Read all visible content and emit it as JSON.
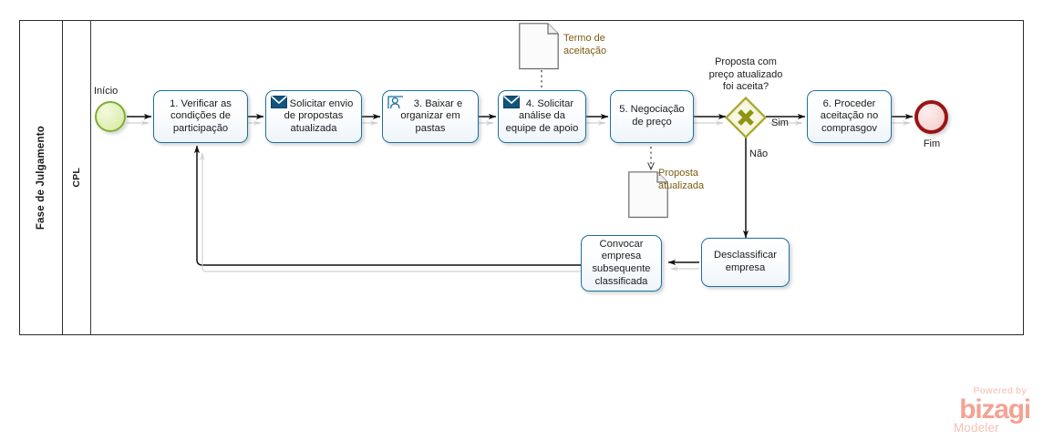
{
  "pool": {
    "header_label": "Fase de Julgamento",
    "lane_label": "CPL"
  },
  "events": [
    {
      "id": "start",
      "type": "start-event",
      "label": "Início"
    },
    {
      "id": "end",
      "type": "end-event",
      "label": "Fim"
    }
  ],
  "tasks": [
    {
      "id": "t1",
      "label": "1. Verificar as\ncondições de\nparticipação",
      "icon": "none"
    },
    {
      "id": "t2",
      "label": "Solicitar envio\nde propostas\natualizada",
      "icon": "envelope"
    },
    {
      "id": "t3",
      "label": "3. Baixar e\norganizar em\npastas",
      "icon": "user"
    },
    {
      "id": "t4",
      "label": "4. Solicitar\nanálise da\nequipe de apoio",
      "icon": "envelope"
    },
    {
      "id": "t5",
      "label": "5. Negociação\nde preço",
      "icon": "none"
    },
    {
      "id": "t6",
      "label": "6. Proceder\naceitação no\ncomprasgov",
      "icon": "none"
    },
    {
      "id": "t7",
      "label": "Desclassificar\nempresa",
      "icon": "none"
    },
    {
      "id": "t8",
      "label": "Convocar\nempresa\nsubsequente\nclassificada",
      "icon": "none"
    }
  ],
  "gateway": {
    "id": "gw1",
    "type": "exclusive-gateway",
    "label": "Proposta com\npreço atualizado\nfoi aceita?"
  },
  "flow_labels": [
    {
      "id": "yes",
      "label": "Sim"
    },
    {
      "id": "no",
      "label": "Não"
    }
  ],
  "data_objects": [
    {
      "id": "d1",
      "label": "Termo de\naceitação"
    },
    {
      "id": "d2",
      "label": "Proposta\natualizada"
    }
  ],
  "brand": {
    "powered_by": "Powered by",
    "name": "bizagi",
    "product": "Modeler"
  },
  "colors": {
    "task_border": "#1f6f9e",
    "start_border": "#7fae2f",
    "end_border": "#991515",
    "gateway_border": "#a5a52b",
    "brand": "#f4a294"
  }
}
